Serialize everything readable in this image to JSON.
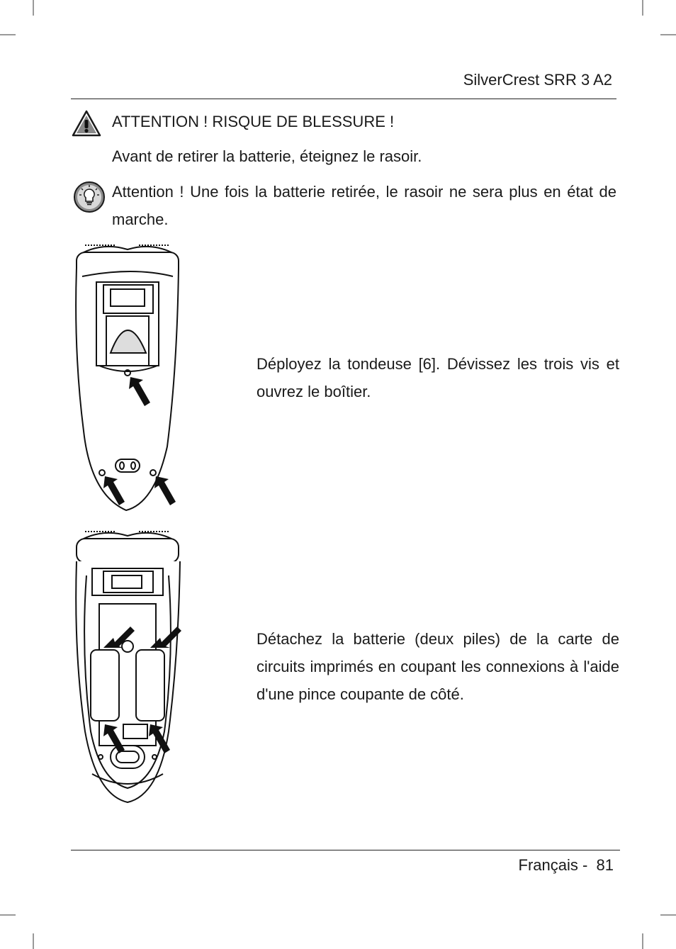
{
  "header": {
    "title": "SilverCrest SRR 3 A2"
  },
  "warning": {
    "icon": "warning-triangle-icon",
    "title": "ATTENTION ! RISQUE DE BLESSURE !",
    "text": "Avant de retirer la batterie, éteignez le rasoir."
  },
  "tip": {
    "icon": "lightbulb-icon",
    "text": "Attention ! Une fois la batterie retirée, le rasoir ne sera plus en état de marche."
  },
  "steps": [
    {
      "figure": "shaver-back-screws-figure",
      "text": "Déployez la tondeuse [6]. Dévissez les trois vis et ouvrez le boîtier."
    },
    {
      "figure": "shaver-open-battery-figure",
      "text": "Détachez la batterie (deux piles) de la carte de circuits imprimés en coupant les connexions à l'aide d'une pince coupante de côté."
    }
  ],
  "footer": {
    "page_label": "Français -  81"
  },
  "colors": {
    "text": "#1a1a1a",
    "rule": "#222222",
    "crop_marks": "#9a9a9a"
  }
}
